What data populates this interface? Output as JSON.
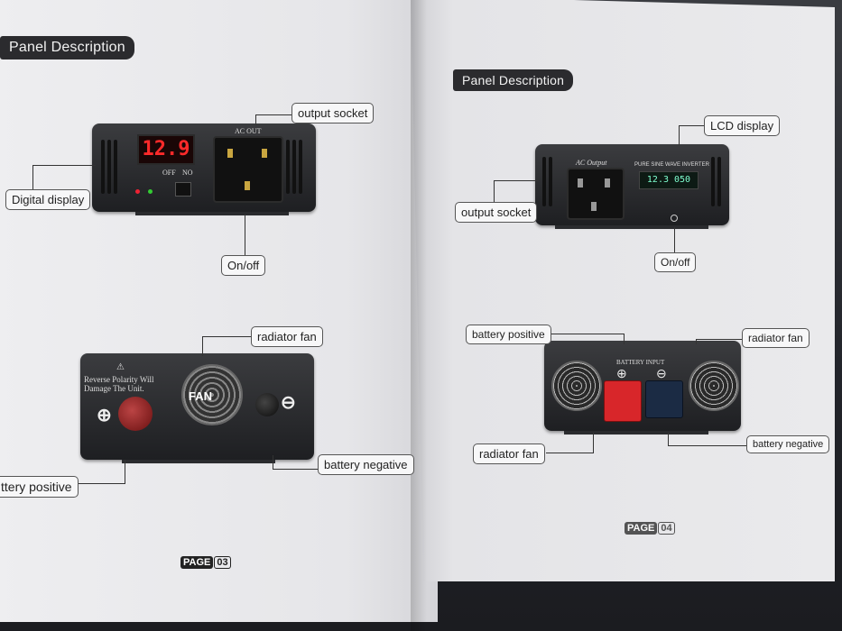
{
  "left_page": {
    "heading": "Panel Description",
    "device1": {
      "display_value": "12.9",
      "ac_label": "AC OUT",
      "switch_off": "OFF",
      "switch_on": "NO",
      "labels": {
        "output_socket": "output socket",
        "digital_display": "Digital display",
        "onoff": "On/off"
      }
    },
    "device2": {
      "warning_text": "Reverse Polarity Will Damage The Unit.",
      "fan_text": "FAN",
      "labels": {
        "radiator_fan": "radiator fan",
        "battery_negative": "battery negative",
        "battery_positive": "ttery positive"
      }
    },
    "page_word": "PAGE",
    "page_number": "03"
  },
  "right_page": {
    "heading": "Panel Description",
    "device1": {
      "brand_text": "AC Output",
      "lcd_title": "PURE SINE WAVE INVERTER",
      "lcd_value": "12.3 050",
      "labels": {
        "lcd_display": "LCD display",
        "output_socket": "output socket",
        "onoff": "On/off"
      }
    },
    "device2": {
      "battery_input_text": "BATTERY   INPUT",
      "labels": {
        "battery_positive": "battery positive",
        "radiator_fan_top": "radiator fan",
        "radiator_fan_bottom": "radiator fan",
        "battery_negative": "battery negative"
      }
    },
    "page_word": "PAGE",
    "page_number": "04"
  },
  "colors": {
    "display_red": "#ff2a2a",
    "clamp_red": "#d8262a",
    "tag_dark": "#2b2b2e"
  }
}
